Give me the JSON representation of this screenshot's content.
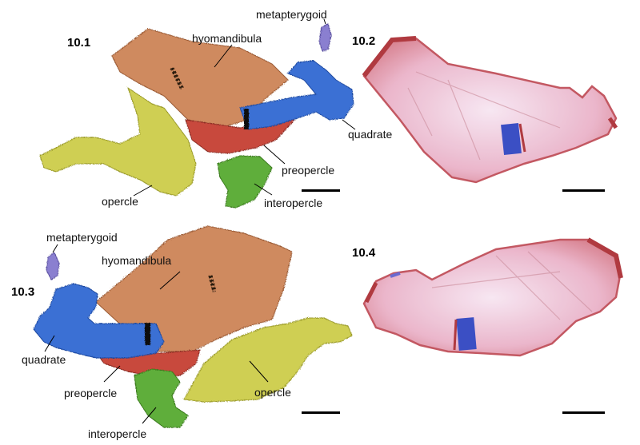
{
  "panels": [
    "10.1",
    "10.2",
    "10.3",
    "10.4"
  ],
  "labels": {
    "metapterygoid": "metapterygoid",
    "hyomandibula": "hyomandibula",
    "quadrate": "quadrate",
    "preopercle": "preopercle",
    "opercle": "opercle",
    "interopercle": "interopercle"
  },
  "colors": {
    "hyomandibula": "#cf8a5e",
    "quadrate": "#3a6fd4",
    "preopercle": "#c84a3e",
    "opercle": "#cfcf52",
    "interopercle": "#5fae3a",
    "metapterygoid": "#8a7fd0",
    "stained_bone": "#e9a6b8",
    "stained_edge": "#c0505a",
    "scale_bar": "#000000"
  }
}
